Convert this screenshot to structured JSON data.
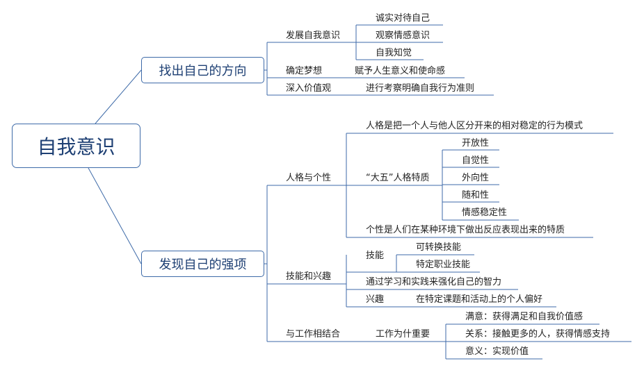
{
  "root": "自我意识",
  "branches": [
    {
      "label": "找出自己的方向",
      "children": [
        {
          "label": "发展自我意识",
          "children": [
            "诚实对待自己",
            "观察情感意识",
            "自我知觉"
          ]
        },
        {
          "label": "确定梦想",
          "note": "赋予人生意义和使命感"
        },
        {
          "label": "深入价值观",
          "note": "进行考察明确自我行为准则"
        }
      ]
    },
    {
      "label": "发现自己的强项",
      "children": [
        {
          "label": "人格与个性",
          "children": [
            {
              "label": "人格是把一个人与他人区分开来的相对稳定的行为模式"
            },
            {
              "label": "“大五”人格特质",
              "children": [
                "开放性",
                "自觉性",
                "外向性",
                "随和性",
                "情感稳定性"
              ]
            },
            {
              "label": "个性是人们在某种环境下做出反应表现出来的特质"
            }
          ]
        },
        {
          "label": "技能和兴趣",
          "children": [
            {
              "label": "技能",
              "children": [
                "可转换技能",
                "特定职业技能"
              ]
            },
            {
              "label": "通过学习和实践来强化自己的智力"
            },
            {
              "label": "兴趣",
              "note": "在特定课题和活动上的个人偏好"
            }
          ]
        },
        {
          "label": "与工作相结合",
          "children": [
            {
              "label": "工作为什重要",
              "children": [
                "满意：获得满足和自我价值感",
                "关系：接触更多的人，获得情感支持",
                "意义：实现价值"
              ]
            }
          ]
        }
      ]
    }
  ]
}
